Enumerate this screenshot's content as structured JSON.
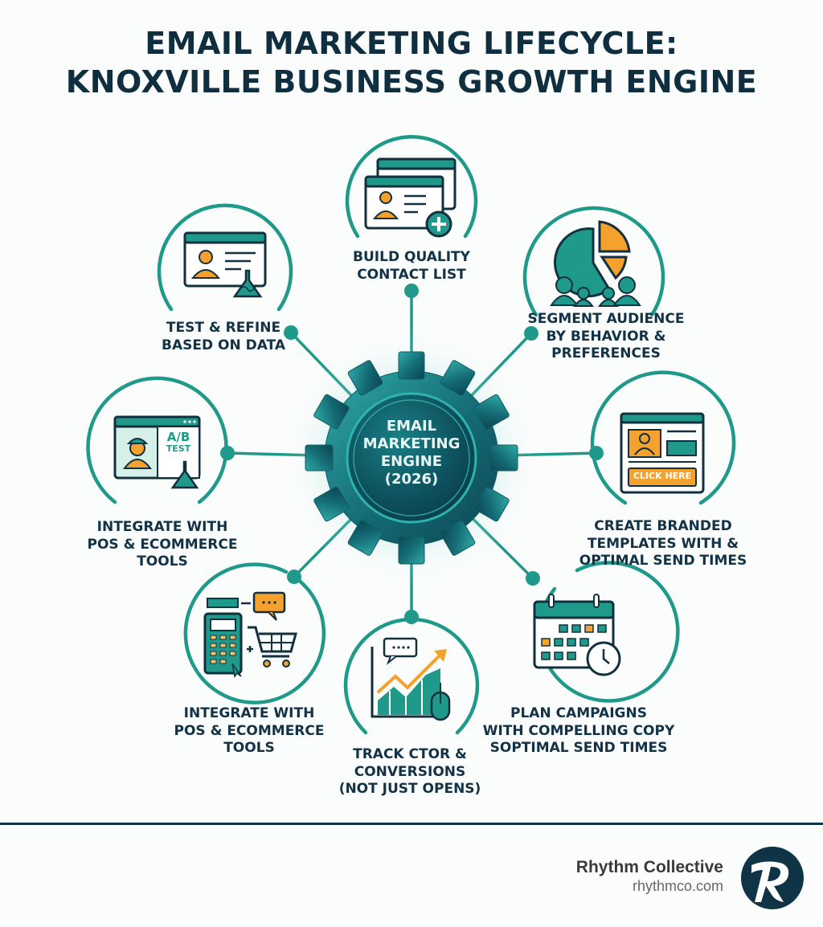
{
  "title": {
    "line1": "EMAIL MARKETING LIFECYCLE:",
    "line2": "KNOXVILLE BUSINESS GROWTH ENGINE"
  },
  "center": {
    "line1": "EMAIL",
    "line2": "MARKETING",
    "line3": "ENGINE",
    "line4": "(2026)",
    "icon": "gear-icon"
  },
  "nodes": [
    {
      "id": "build-list",
      "position": "top",
      "icon": "contact-card-add-icon",
      "lines": [
        "BUILD QUALITY",
        "CONTACT LIST"
      ]
    },
    {
      "id": "segment",
      "position": "top-right",
      "icon": "pie-chart-people-icon",
      "lines": [
        "SEGMENT AUDIENCE",
        "BY BEHAVIOR &",
        "PREFERENCES"
      ]
    },
    {
      "id": "templates",
      "position": "right",
      "icon": "email-template-icon",
      "lines": [
        "CREATE BRANDED",
        "TEMPLATES WITH &",
        "OPTIMAL SEND TIMES"
      ],
      "button_text": "CLICK HERE"
    },
    {
      "id": "plan",
      "position": "bottom-right",
      "icon": "calendar-clock-icon",
      "lines": [
        "PLAN CAMPAIGNS",
        "WITH COMPELLING COPY",
        "SOPTIMAL SEND TIMES"
      ]
    },
    {
      "id": "track",
      "position": "bottom",
      "icon": "growth-chart-mouse-icon",
      "lines": [
        "TRACK CTOR &",
        "CONVERSIONS",
        "(NOT JUST OPENS)"
      ]
    },
    {
      "id": "integrate-pos",
      "position": "bottom-left",
      "icon": "pos-cart-icon",
      "lines": [
        "INTEGRATE WITH",
        "POS & ECOMMERCE",
        "TOOLS"
      ]
    },
    {
      "id": "integrate-ab",
      "position": "left",
      "icon": "ab-test-flask-icon",
      "lines": [
        "INTEGRATE WITH",
        "POS & ECOMMERCE",
        "TOOLS"
      ],
      "ab_line1": "A/B",
      "ab_line2": "TEST"
    },
    {
      "id": "test-refine",
      "position": "top-left",
      "icon": "profile-flask-icon",
      "lines": [
        "TEST & REFINE",
        "BASED ON DATA"
      ]
    }
  ],
  "footer": {
    "brand_name": "Rhythm Collective",
    "brand_url": "rhythmco.com",
    "logo_letter": "R"
  },
  "colors": {
    "navy": "#0f2e40",
    "teal": "#1f9a8a",
    "teal_dark": "#0d5a63",
    "orange": "#f4a12e",
    "footer_rule": "#0f3446"
  }
}
